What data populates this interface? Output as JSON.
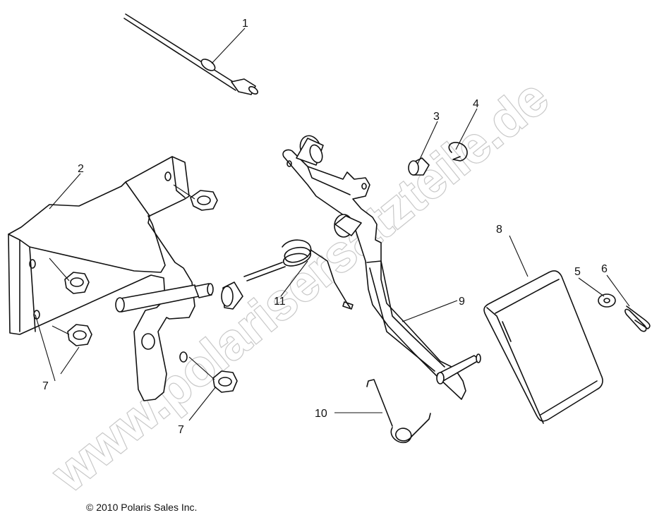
{
  "callouts": [
    {
      "id": "1",
      "text": "1"
    },
    {
      "id": "2",
      "text": "2"
    },
    {
      "id": "3",
      "text": "3"
    },
    {
      "id": "4",
      "text": "4"
    },
    {
      "id": "5",
      "text": "5"
    },
    {
      "id": "6",
      "text": "6"
    },
    {
      "id": "7a",
      "text": "7"
    },
    {
      "id": "7b",
      "text": "7"
    },
    {
      "id": "8",
      "text": "8"
    },
    {
      "id": "9",
      "text": "9"
    },
    {
      "id": "10",
      "text": "10"
    },
    {
      "id": "11",
      "text": "11"
    }
  ],
  "copyright": "© 2010 Polaris Sales Inc.",
  "watermark": "www.polarisersatzteile.de",
  "colors": {
    "ink": "#111111",
    "watermark_outline": "#c9c9c9",
    "background": "#ffffff"
  }
}
